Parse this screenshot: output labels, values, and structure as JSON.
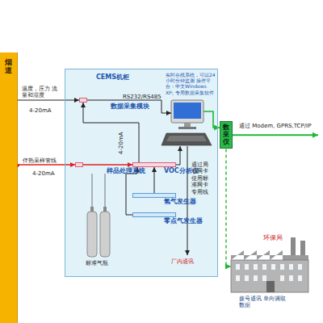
{
  "diagram": {
    "nodes": [
      {
        "text": [
          "烟道"
        ]
      },
      {
        "text": [
          "CEMS机柜"
        ]
      },
      {
        "text": [
          "数据采集模块"
        ],
        "in": 1
      },
      {
        "text": [
          "样品处理系统"
        ],
        "in": 1
      },
      {
        "text": [
          "VOC分析仪"
        ],
        "in": 1
      },
      {
        "text": [
          "氢气发生器"
        ],
        "in": 1
      },
      {
        "text": [
          "零点气发生器"
        ],
        "in": 1
      },
      {
        "text": [
          "数采仪"
        ]
      }
    ],
    "edges": [
      {
        "from": 0,
        "to": 2,
        "arrow": "to"
      },
      {
        "from": 0,
        "to": 3,
        "arrow": "to"
      },
      {
        "from": 3,
        "to": 4,
        "arrow": "to"
      },
      {
        "from": 4,
        "to": 2,
        "arrow": "to"
      },
      {
        "from": 5,
        "to": 4,
        "arrow": "to"
      },
      {
        "from": 6,
        "to": 4,
        "arrow": "to"
      }
    ],
    "labels": [
      "温度，压力 流量和湿度",
      "4-20mA",
      "伴热采样管线",
      "4-20mA",
      "4-20mA",
      "RS232/RS485",
      "实时在线系统，可以24小时分钟监测 操作平台：中文Windows XP; 专用数据采集软件",
      "标准气瓶",
      "通过 Modem, GPRS,TCP/IP",
      "通过局域网卡使用标准网卡专用线",
      "厂内通讯",
      "环保局",
      "拨号通讯 单向调取数据"
    ]
  }
}
